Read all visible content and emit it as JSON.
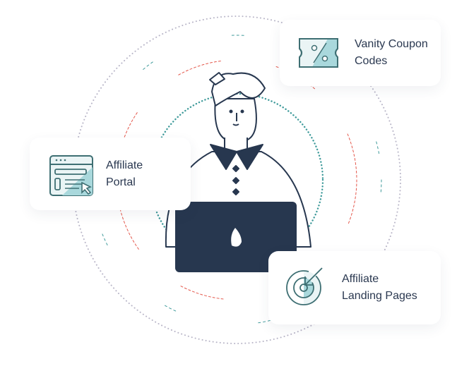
{
  "cards": {
    "coupon": {
      "label_line1": "Vanity Coupon",
      "label_line2": "Codes",
      "icon": "coupon-ticket-icon"
    },
    "portal": {
      "label_line1": "Affiliate",
      "label_line2": "Portal",
      "icon": "browser-window-cursor-icon"
    },
    "landing": {
      "label_line1": "Affiliate",
      "label_line2": "Landing Pages",
      "icon": "target-arrow-icon"
    }
  },
  "colors": {
    "navy": "#27374f",
    "teal": "#3e9a9a",
    "teal_light": "#a9d8dc",
    "red": "#e4574b",
    "gray": "#b9b6c8"
  }
}
